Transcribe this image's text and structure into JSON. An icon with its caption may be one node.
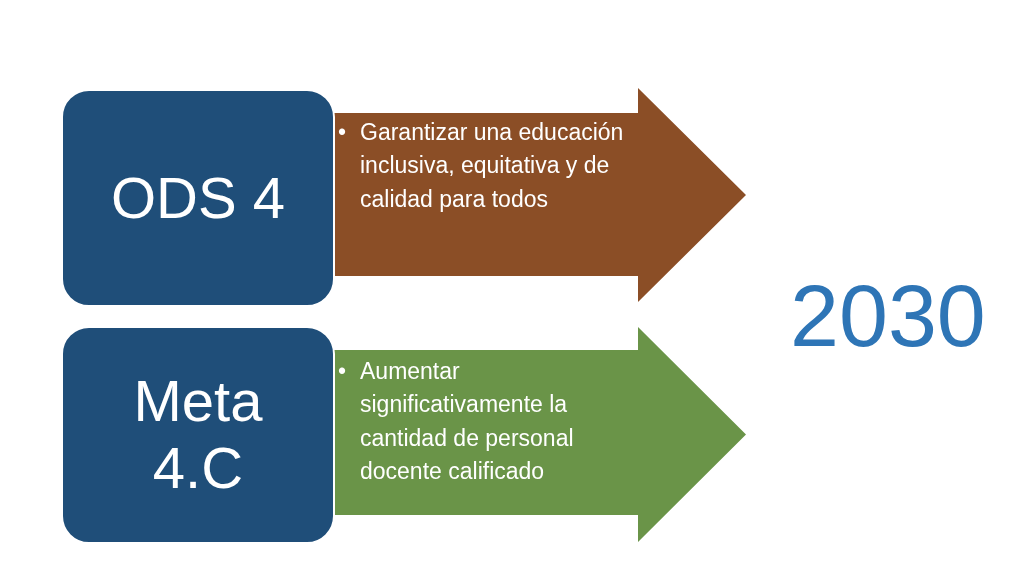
{
  "diagram": {
    "nodes": [
      {
        "text": [
          "ODS 4"
        ]
      },
      {
        "text": [
          "•",
          "Garantizar una educación inclusiva, equitativa y de calidad para todos"
        ]
      },
      {
        "text": [
          "Meta 4.C"
        ]
      },
      {
        "text": [
          "•",
          "Aumentar significativamente la cantidad de personal docente calificado"
        ]
      }
    ],
    "edges": [],
    "labels": [
      "2030"
    ]
  }
}
